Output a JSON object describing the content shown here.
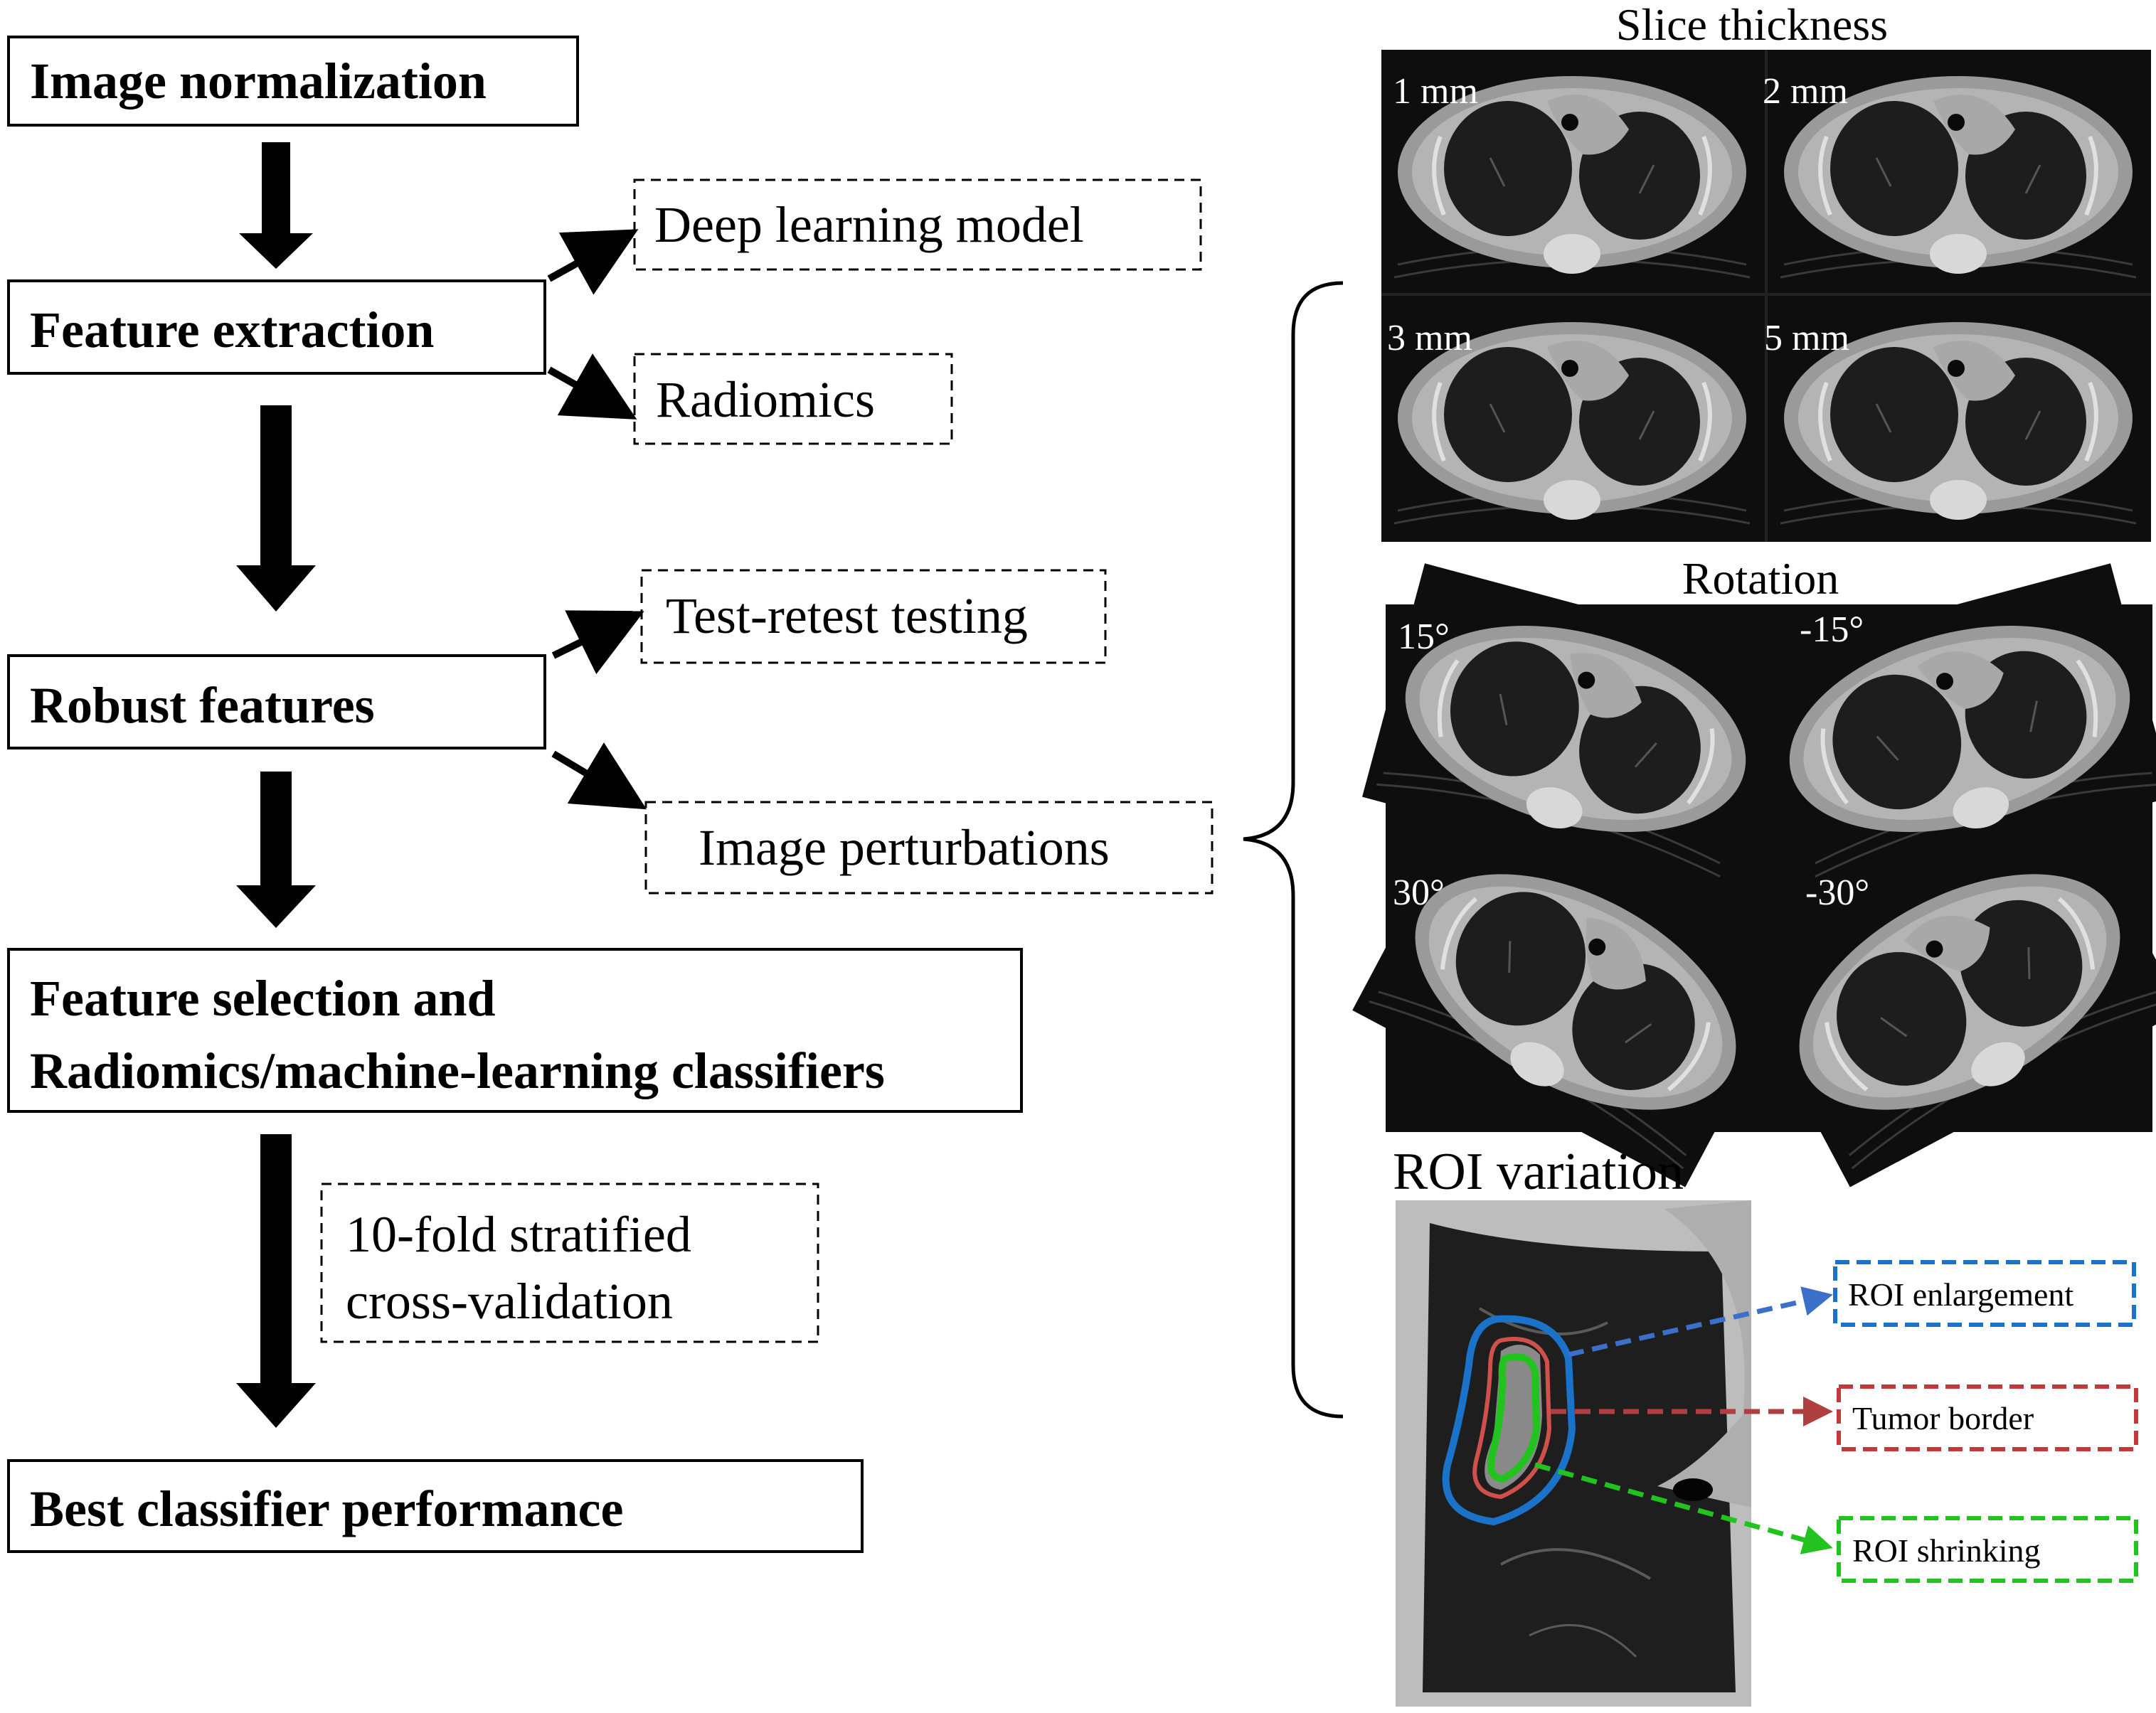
{
  "flow": {
    "step1": "Image normalization",
    "step2": "Feature extraction",
    "step3": "Robust features",
    "step4_line1": "Feature selection and",
    "step4_line2": "Radiomics/machine-learning classifiers",
    "step5": "Best classifier performance"
  },
  "side": {
    "deep_learning": "Deep learning model",
    "radiomics": "Radiomics",
    "test_retest": "Test-retest testing",
    "perturbations": "Image perturbations",
    "cv_line1": "10-fold stratified",
    "cv_line2": "cross-validation"
  },
  "slice": {
    "title": "Slice thickness",
    "labels": [
      "1 mm",
      "2 mm",
      "3 mm",
      "5 mm"
    ]
  },
  "rotation": {
    "title": "Rotation",
    "labels": [
      "15°",
      "-15°",
      "30°",
      "-30°"
    ]
  },
  "roi": {
    "title": "ROI variation",
    "enlargement": "ROI enlargement",
    "border": "Tumor border",
    "shrinking": "ROI shrinking"
  },
  "colors": {
    "enlargement": "#1a73c8",
    "border": "#c0393b",
    "shrinking": "#22c21f"
  }
}
